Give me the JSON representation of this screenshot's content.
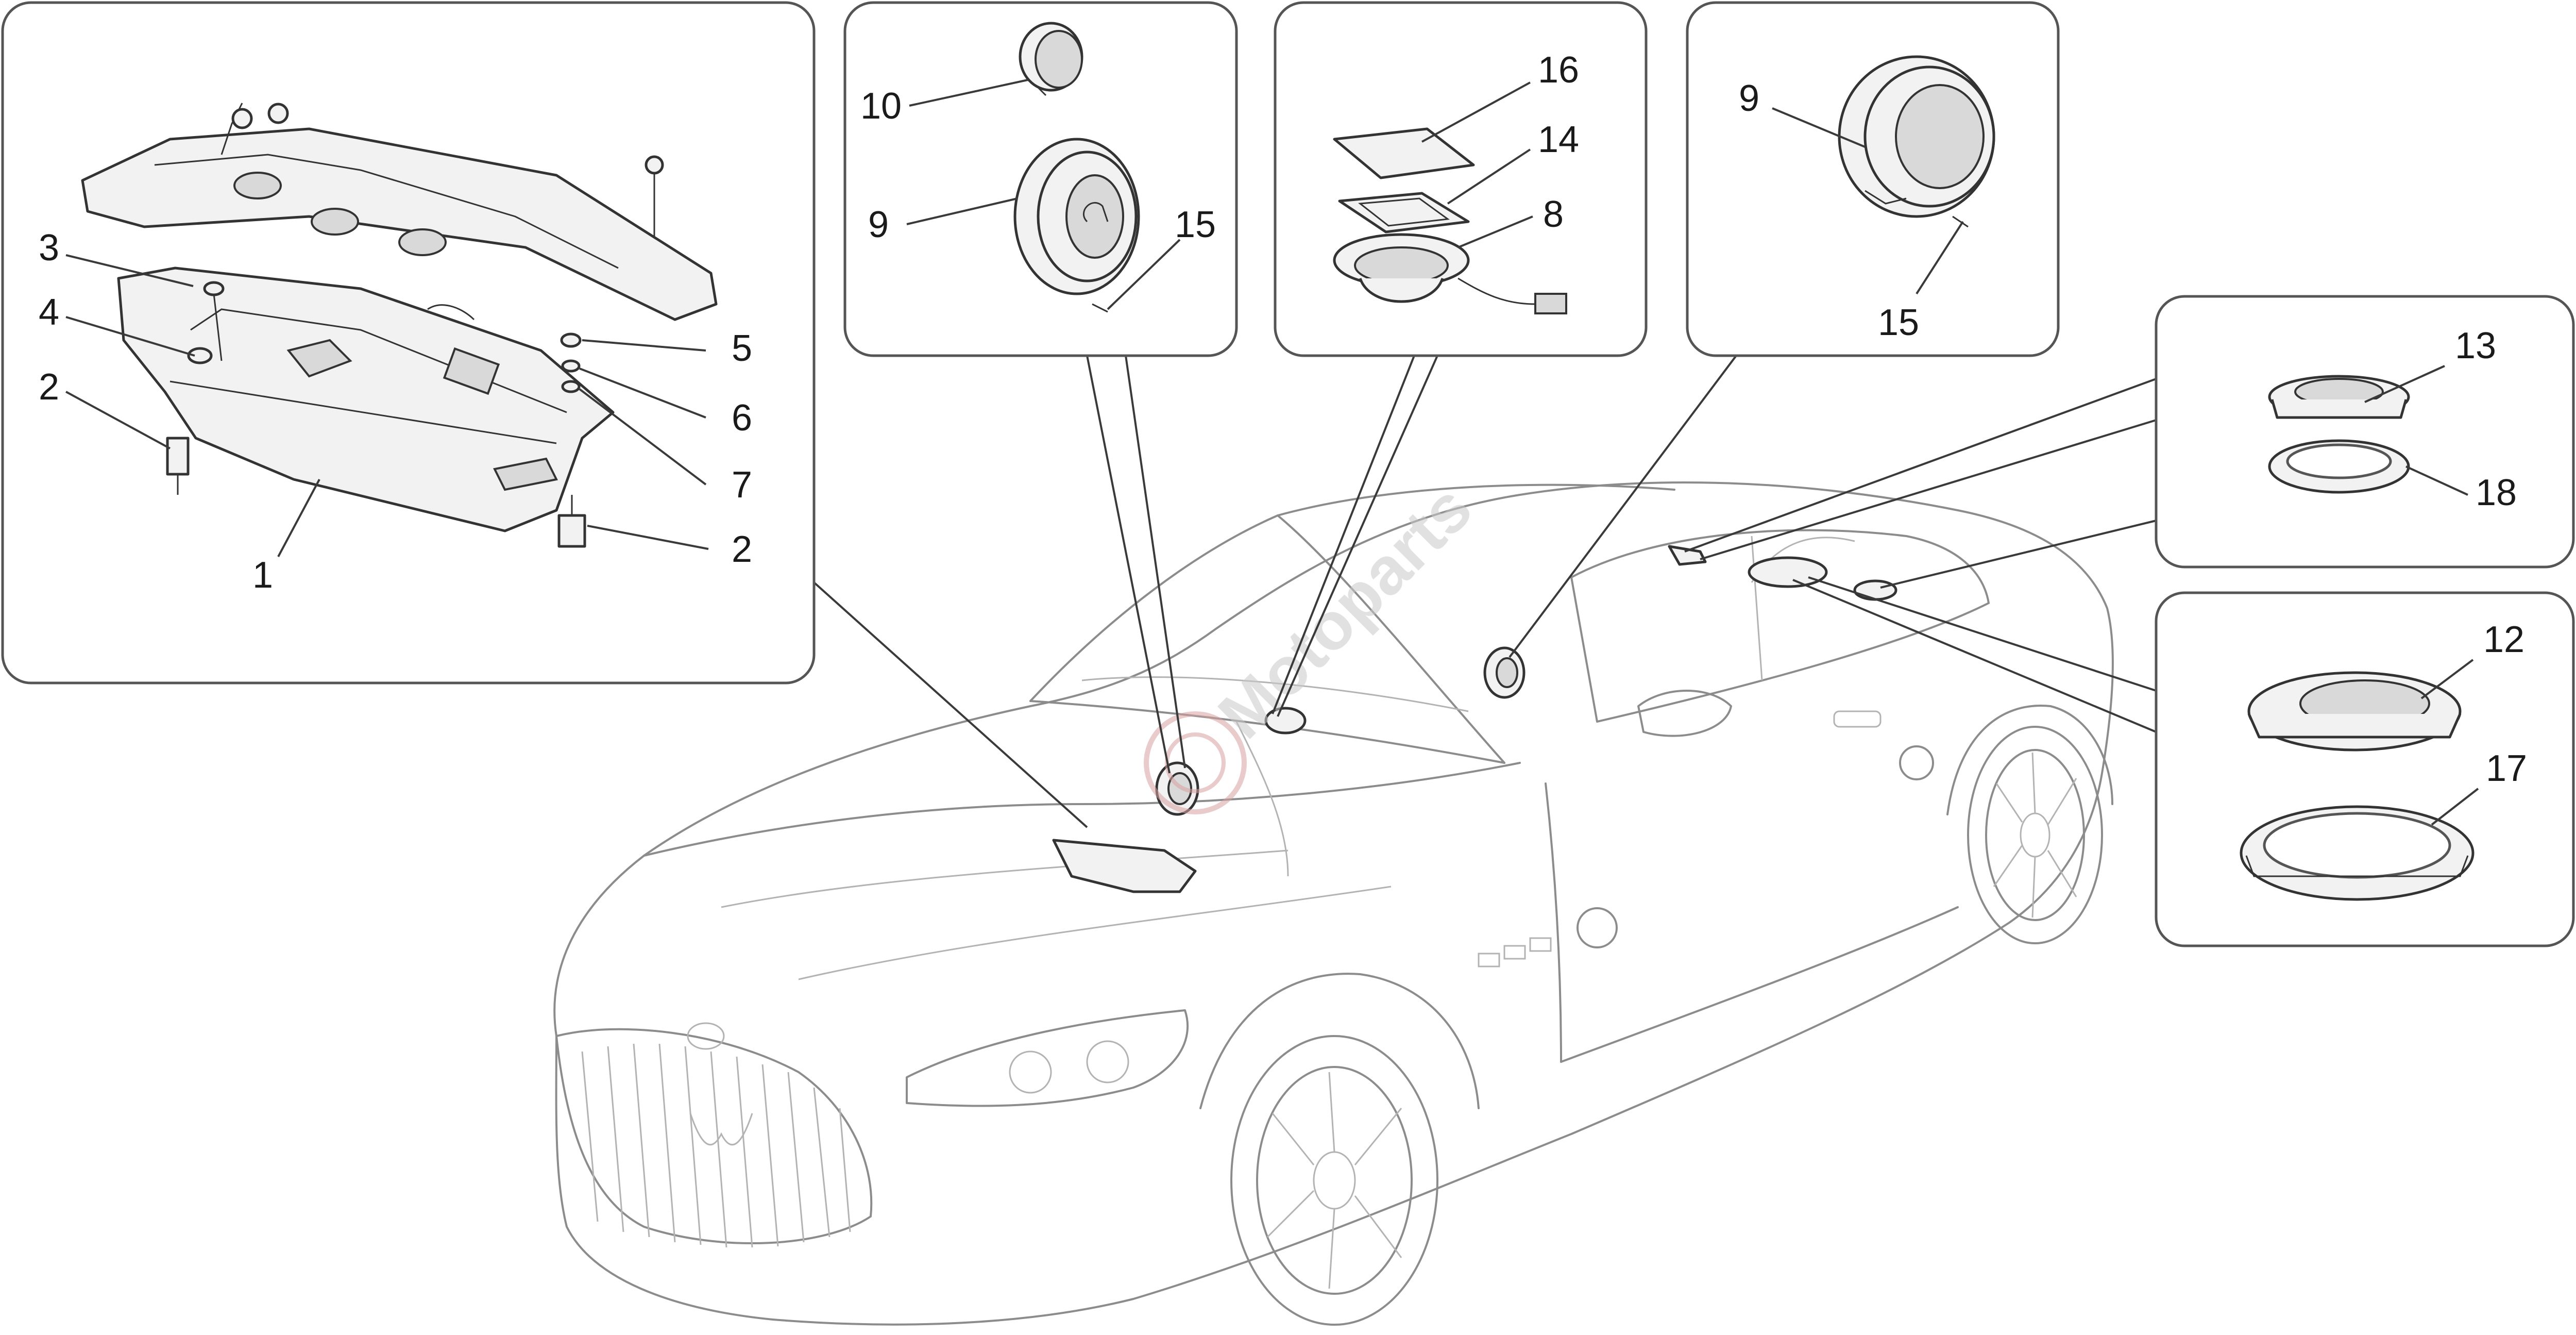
{
  "diagram": {
    "callouts": {
      "c1": "1",
      "c2a": "2",
      "c2b": "2",
      "c3": "3",
      "c4": "4",
      "c5": "5",
      "c6": "6",
      "c7": "7",
      "c10": "10",
      "c9a": "9",
      "c15a": "15",
      "c16": "16",
      "c14": "14",
      "c8": "8",
      "c9b": "9",
      "c15b": "15",
      "c13": "13",
      "c18": "18",
      "c12": "12",
      "c17": "17"
    },
    "watermark": "Motoparts"
  }
}
